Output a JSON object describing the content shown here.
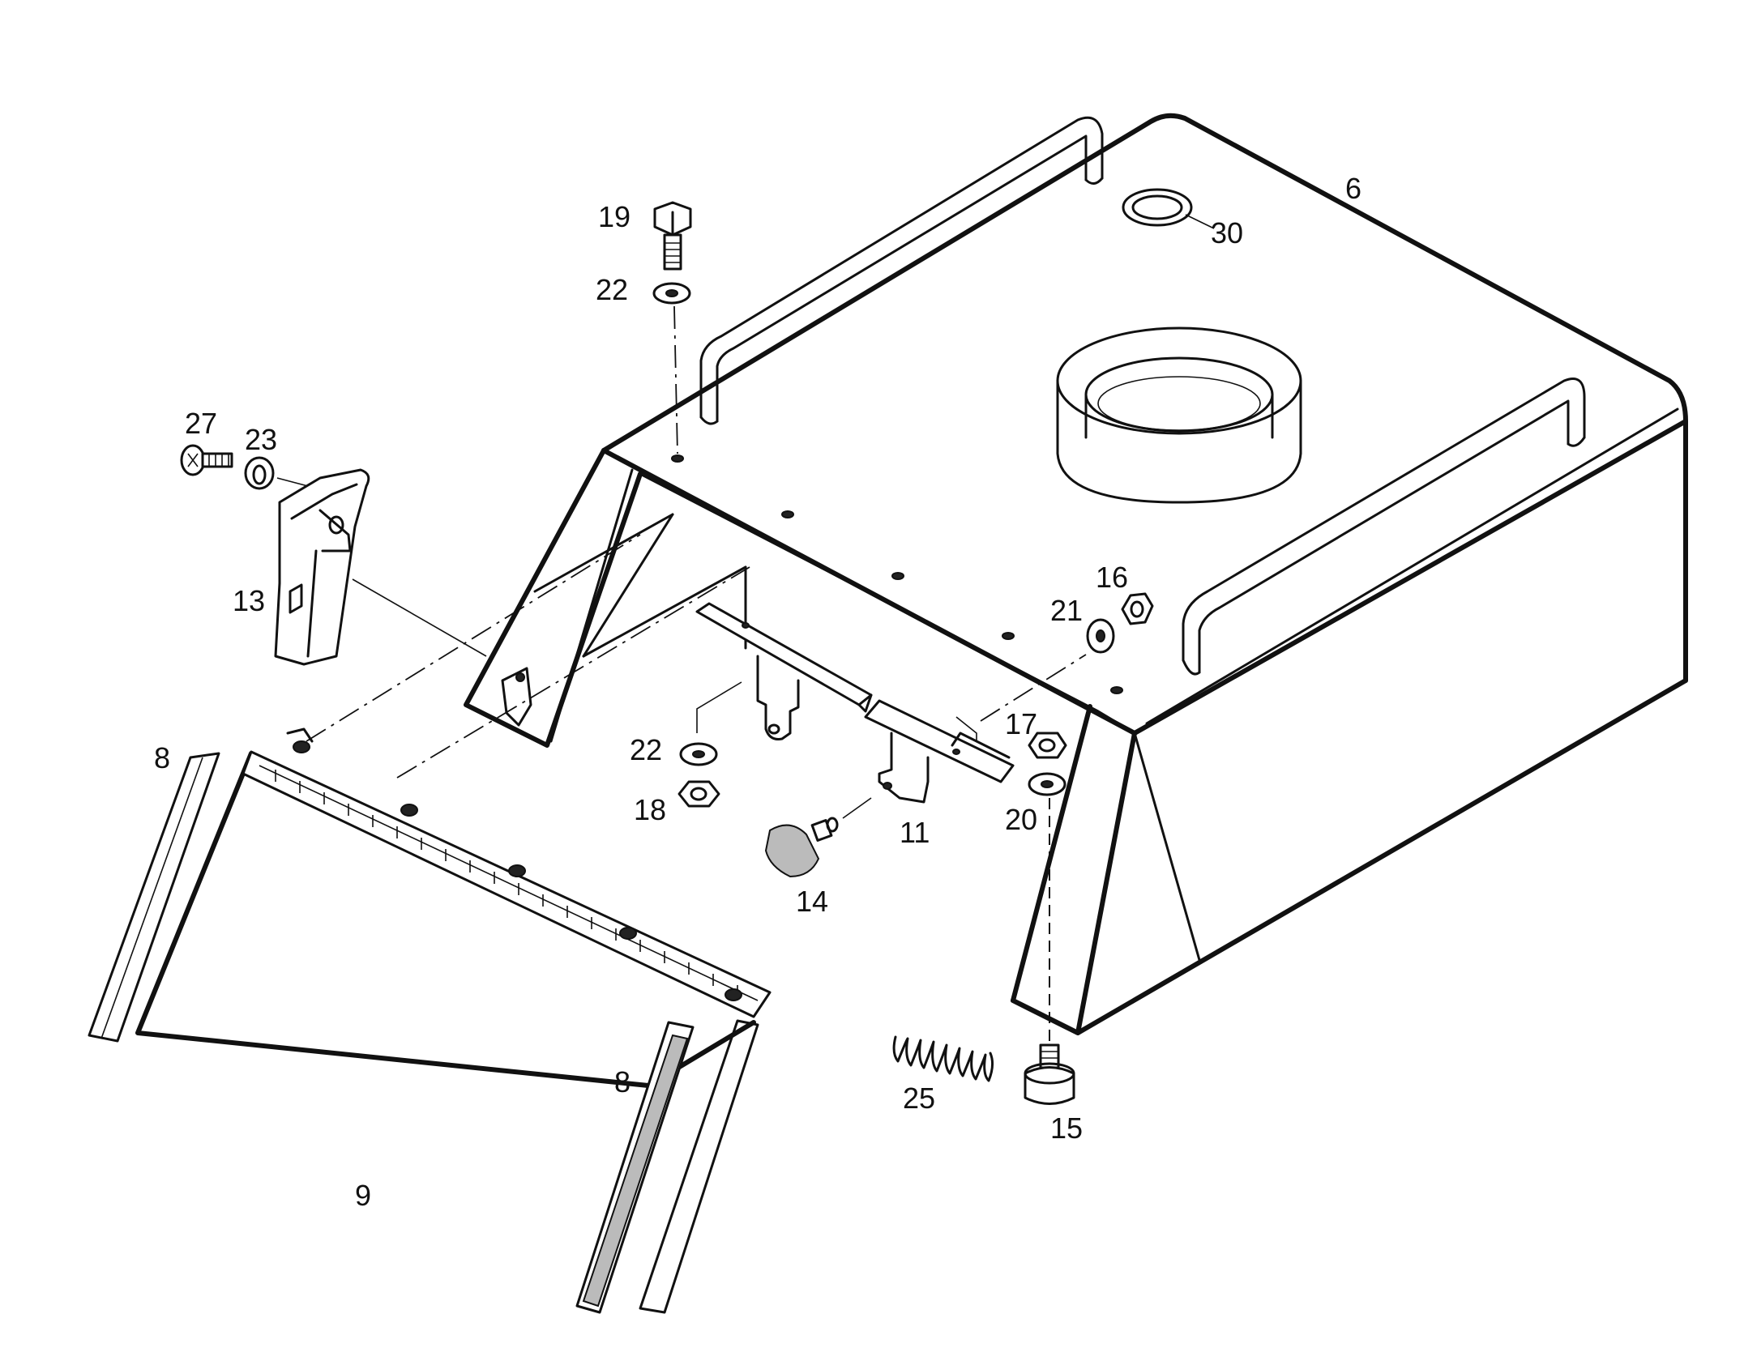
{
  "drawing": {
    "type": "exploded parts diagram",
    "labels": [
      {
        "id": "6",
        "text": "6"
      },
      {
        "id": "30",
        "text": "30"
      },
      {
        "id": "19",
        "text": "19"
      },
      {
        "id": "22a",
        "text": "22"
      },
      {
        "id": "27",
        "text": "27"
      },
      {
        "id": "23",
        "text": "23"
      },
      {
        "id": "13",
        "text": "13"
      },
      {
        "id": "16",
        "text": "16"
      },
      {
        "id": "21",
        "text": "21"
      },
      {
        "id": "17",
        "text": "17"
      },
      {
        "id": "20",
        "text": "20"
      },
      {
        "id": "22b",
        "text": "22"
      },
      {
        "id": "18",
        "text": "18"
      },
      {
        "id": "11",
        "text": "11"
      },
      {
        "id": "14",
        "text": "14"
      },
      {
        "id": "8a",
        "text": "8"
      },
      {
        "id": "8b",
        "text": "8"
      },
      {
        "id": "9",
        "text": "9"
      },
      {
        "id": "25",
        "text": "25"
      },
      {
        "id": "15",
        "text": "15"
      }
    ]
  }
}
